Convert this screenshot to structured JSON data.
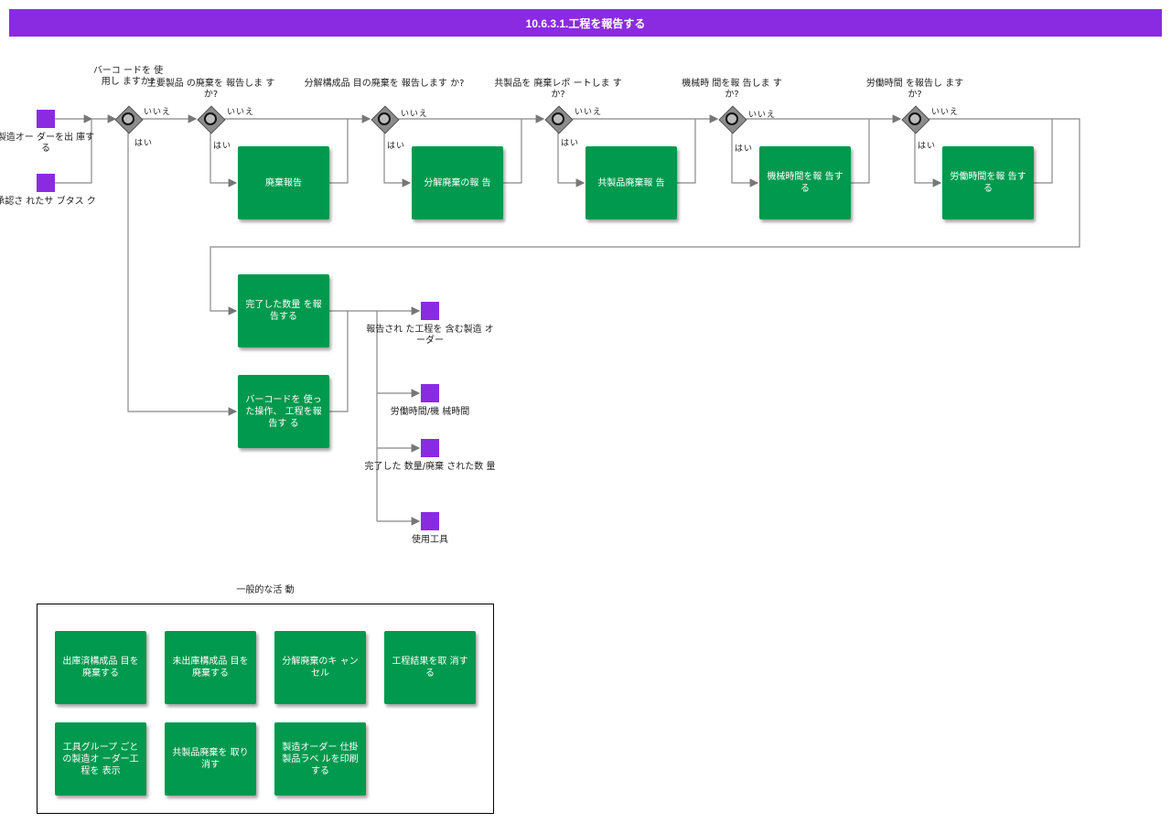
{
  "title": "10.6.3.1.工程を報告する",
  "colors": {
    "header": "#8a2be2",
    "task": "#00994d",
    "event": "#8a2be2",
    "gateway": "#8c8c8c"
  },
  "inputs": {
    "release_order": "製造オー ダーを出 庫する",
    "approved_subtask": "承認さ れたサ ブタス ク"
  },
  "gateways": {
    "barcode": "バーコ ードを 使用し ますか?",
    "scrap_main": "主要製品 の廃棄を 報告しま すか?",
    "scrap_disassembly": "分解構成品 目の廃棄を 報告します か?",
    "coproduct": "共製品を 廃棄レポ ートしま すか?",
    "machine_time": "機械時 間を報 告しま すか?",
    "labor_time": "労働時間 を報告し ますか?"
  },
  "branch_labels": {
    "no": "いいえ",
    "yes": "はい"
  },
  "tasks": {
    "scrap_report": "廃棄報告",
    "disassembly_scrap": "分解廃棄の報 告",
    "coproduct_scrap": "共製品廃棄報 告",
    "machine_time_report": "機械時間を報 告する",
    "labor_time_report": "労働時間を報 告する",
    "report_completed_qty": "完了した数量 を報告する",
    "barcode_report": "バーコードを 使った操作、 工程を報告す る"
  },
  "outputs": {
    "reported_orders": "報告され た工程を 含む製造 オーダー",
    "labor_machine_time": "労働時間/機 械時間",
    "completed_scrapped_qty": "完了した 数量/廃棄 された数 量",
    "tools_used": "使用工具"
  },
  "general_group": {
    "label": "一般的な活 動",
    "items": [
      "出庫済構成品 目を廃棄する",
      "未出庫構成品 目を廃棄する",
      "分解廃棄のキ ャンセル",
      "工程結果を取 消する",
      "工具グループ ごとの製造オ ーダー工程を 表示",
      "共製品廃棄を 取り消す",
      "製造オーダー 仕掛製品ラベ ルを印刷する"
    ]
  }
}
